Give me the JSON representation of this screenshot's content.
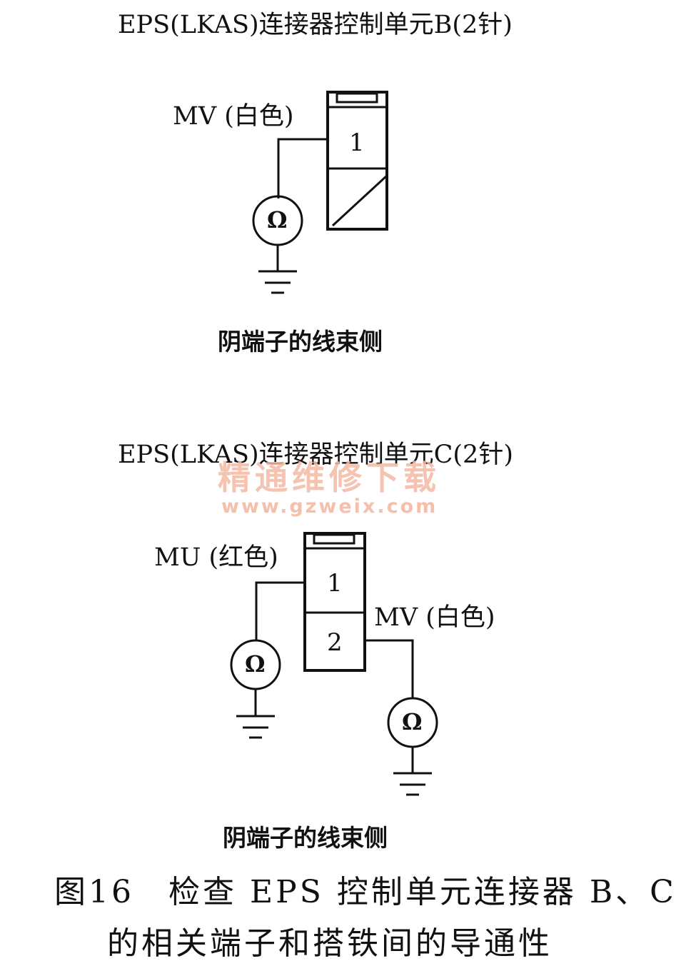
{
  "colors": {
    "ink": "#111111",
    "watermark": "#f4b9a3",
    "background": "#ffffff"
  },
  "connector_b": {
    "title": "EPS(LKAS)连接器控制单元B(2针)",
    "wire_label": "MV (白色)",
    "pin_1": "1",
    "meter_symbol": "Ω",
    "side_label": "阴端子的线束侧"
  },
  "connector_c": {
    "title": "EPS(LKAS)连接器控制单元C(2针)",
    "wire_1_label": "MU (红色)",
    "wire_2_label": "MV (白色)",
    "pin_1": "1",
    "pin_2": "2",
    "meter_symbol_1": "Ω",
    "meter_symbol_2": "Ω",
    "side_label": "阴端子的线束侧"
  },
  "watermark": {
    "text": "精通维修下载",
    "url": "www.gzweix.com"
  },
  "caption": {
    "line1": "图16　检查 EPS 控制单元连接器 B、C",
    "line2": "的相关端子和搭铁间的导通性"
  }
}
